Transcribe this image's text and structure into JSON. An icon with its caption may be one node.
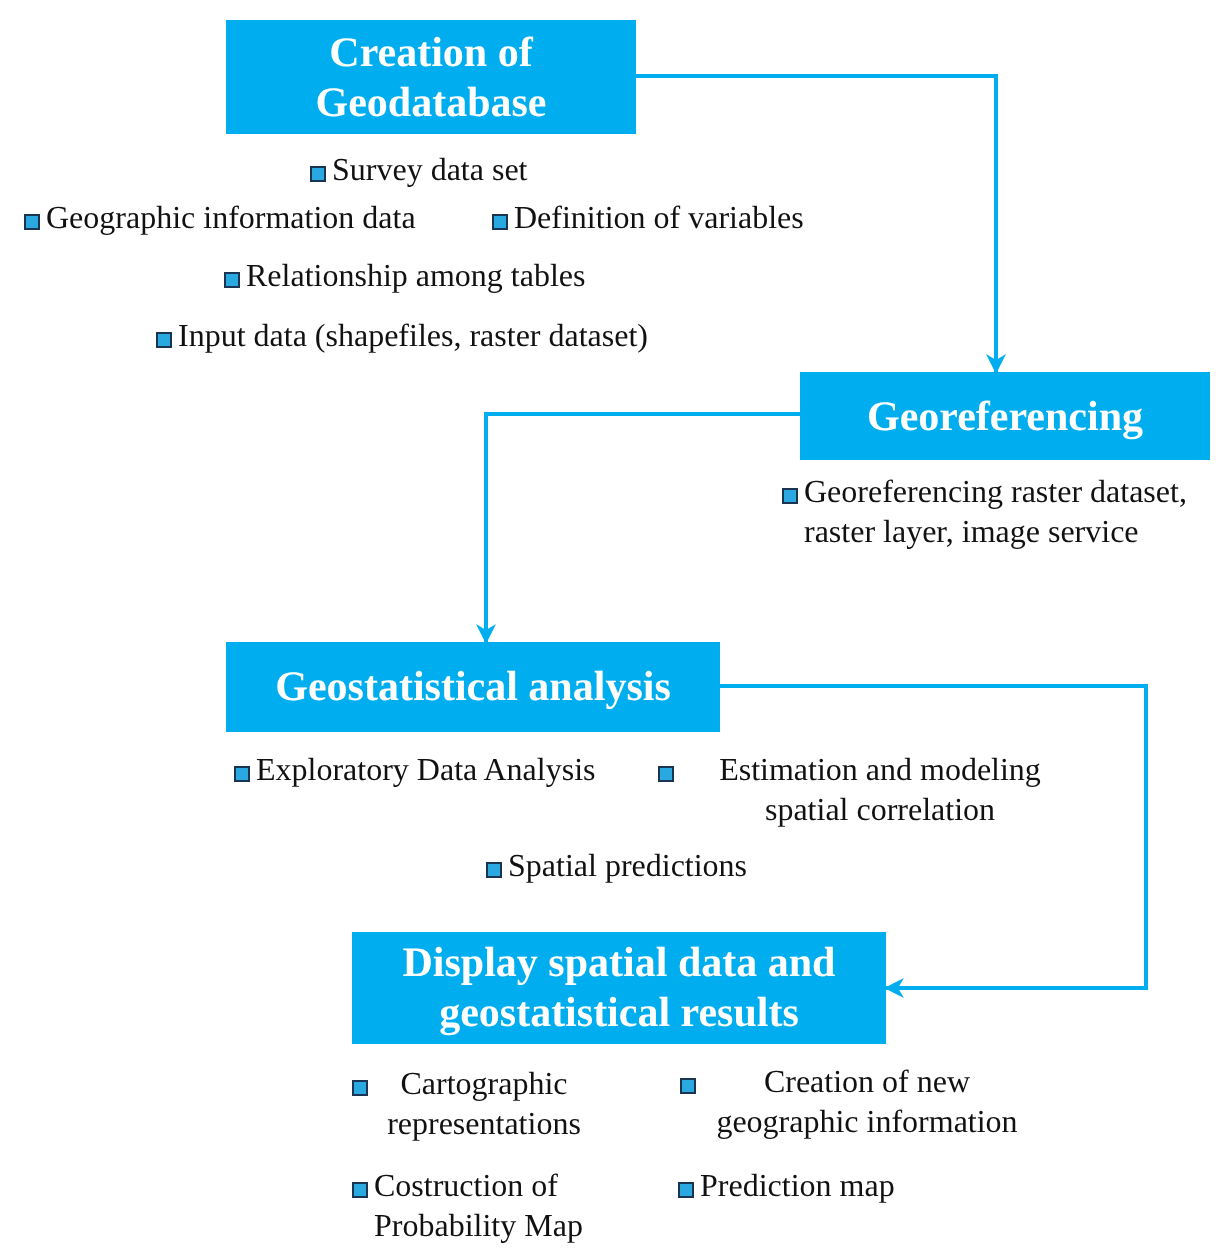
{
  "diagram": {
    "nodes": [
      {
        "text": [
          "Creation of Geodatabase"
        ]
      },
      {
        "text": [
          "Georeferencing"
        ]
      },
      {
        "text": [
          "Geostatistical analysis"
        ]
      },
      {
        "text": [
          "Display spatial data and geostatistical results"
        ]
      }
    ],
    "edges": [
      {
        "from": 0,
        "to": 1,
        "arrow": "to"
      },
      {
        "from": 1,
        "to": 2,
        "arrow": "to"
      },
      {
        "from": 2,
        "to": 3,
        "arrow": "to"
      }
    ],
    "labels": [
      "Survey data set",
      "Geographic information data",
      "Definition of variables",
      "Relationship among tables",
      "Input data (shapefiles, raster dataset)",
      "Georeferencing raster dataset, raster layer, image service",
      "Exploratory Data Analysis",
      "Estimation and modeling spatial correlation",
      "Spatial predictions",
      "Cartographic representations",
      "Creation of new geographic information",
      "Costruction of Probability Map",
      "Prediction map"
    ]
  }
}
